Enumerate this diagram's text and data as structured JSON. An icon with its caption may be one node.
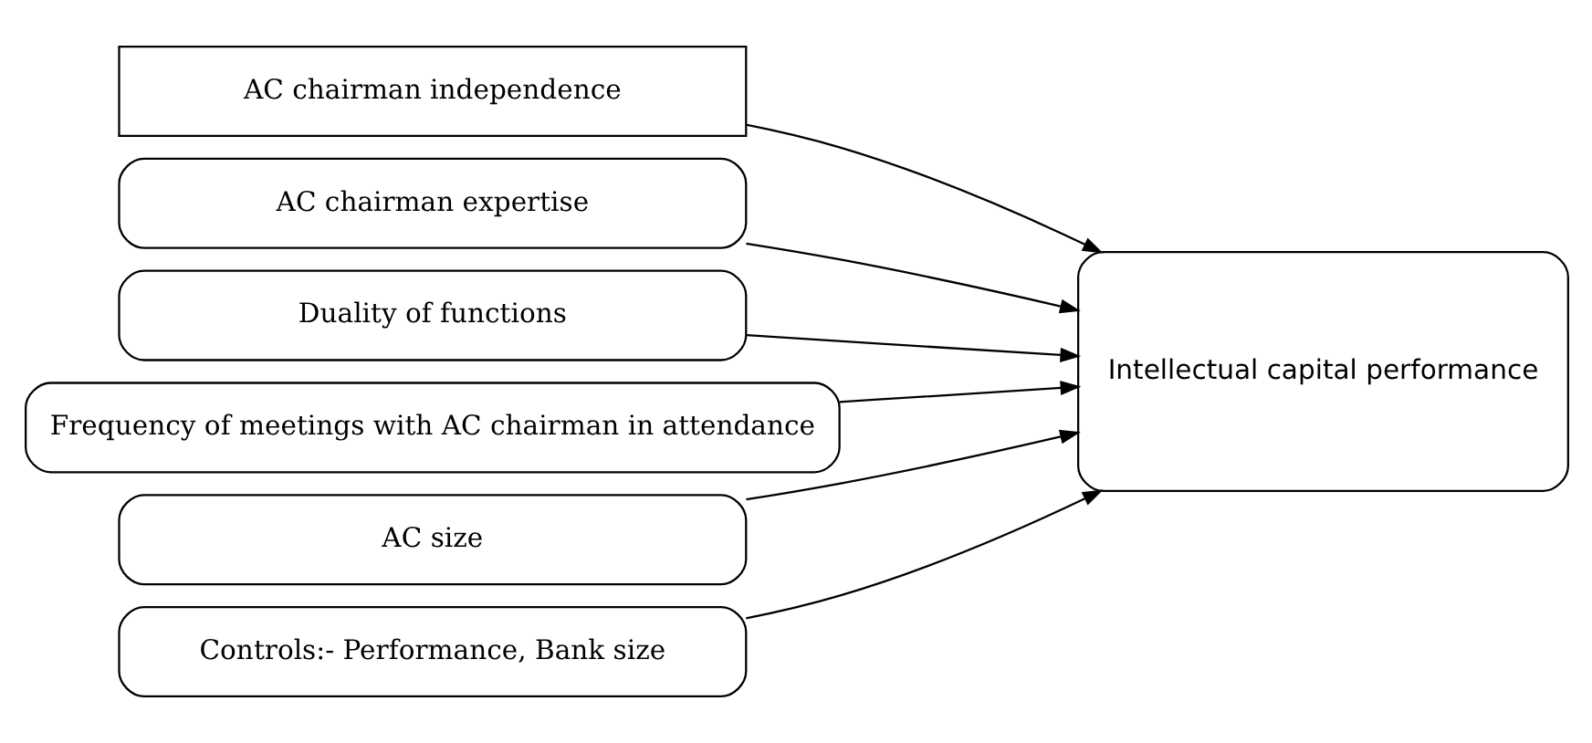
{
  "diagram": {
    "nodes": [
      {
        "text": [
          "AC chairman independence"
        ]
      },
      {
        "text": [
          "AC chairman expertise"
        ]
      },
      {
        "text": [
          "Duality of functions"
        ]
      },
      {
        "text": [
          "Frequency of meetings with AC chairman in attendance"
        ]
      },
      {
        "text": [
          "AC size"
        ]
      },
      {
        "text": [
          "Controls:- Performance, Bank size"
        ]
      },
      {
        "text": [
          "Intellectual capital performance"
        ]
      }
    ],
    "edges": [
      {
        "from": 0,
        "to": 6,
        "arrow": "to"
      },
      {
        "from": 1,
        "to": 6,
        "arrow": "to"
      },
      {
        "from": 2,
        "to": 6,
        "arrow": "to"
      },
      {
        "from": 3,
        "to": 6,
        "arrow": "to"
      },
      {
        "from": 4,
        "to": 6,
        "arrow": "to"
      },
      {
        "from": 5,
        "to": 6,
        "arrow": "to"
      }
    ]
  }
}
